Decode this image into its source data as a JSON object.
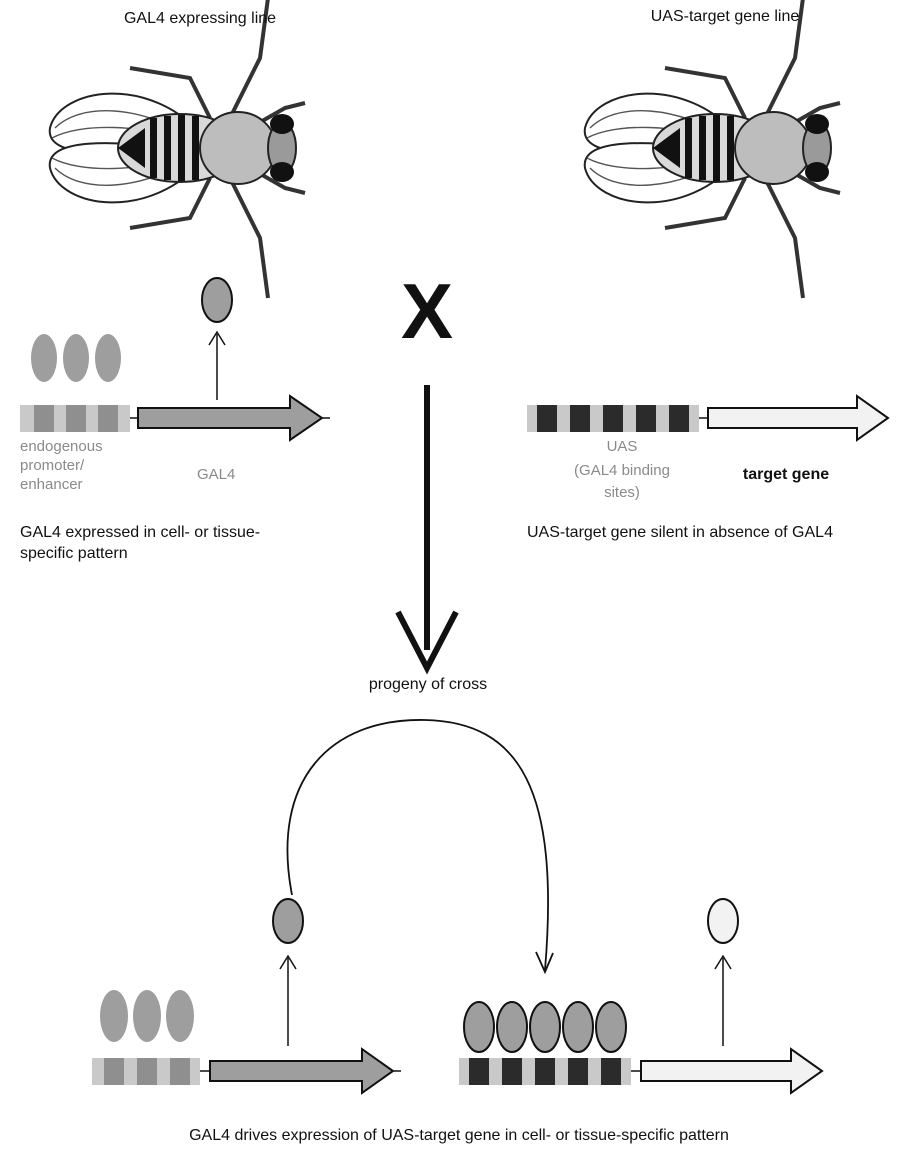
{
  "colors": {
    "gal4_gray": "#9e9e9e",
    "ink": "#111111",
    "promoter_light": "#c9c9c9",
    "promoter_dark": "#8f8f8f",
    "uas_dark": "#2b2b2b",
    "target_fill": "#f2f2f2",
    "label_gray": "#8a8a8a"
  },
  "top": {
    "left_parent": "GAL4 expressing line",
    "right_parent": "UAS-target gene line",
    "cross_symbol": "X"
  },
  "left_construct": {
    "promoter_label_1": "endogenous",
    "promoter_label_2": "promoter/",
    "promoter_label_3": "enhancer",
    "gene_label": "GAL4",
    "caption_1": "GAL4 expressed in cell- or tissue-",
    "caption_2": "specific pattern"
  },
  "right_construct": {
    "uas_label_1": "UAS",
    "uas_label_2": "(GAL4 binding",
    "uas_label_3": "sites)",
    "gene_label": "target gene",
    "caption": "UAS-target gene silent in absence of GAL4"
  },
  "middle": {
    "progeny_label": "progeny of cross"
  },
  "bottom": {
    "caption": "GAL4 drives expression of UAS-target gene in cell- or tissue-specific pattern"
  }
}
